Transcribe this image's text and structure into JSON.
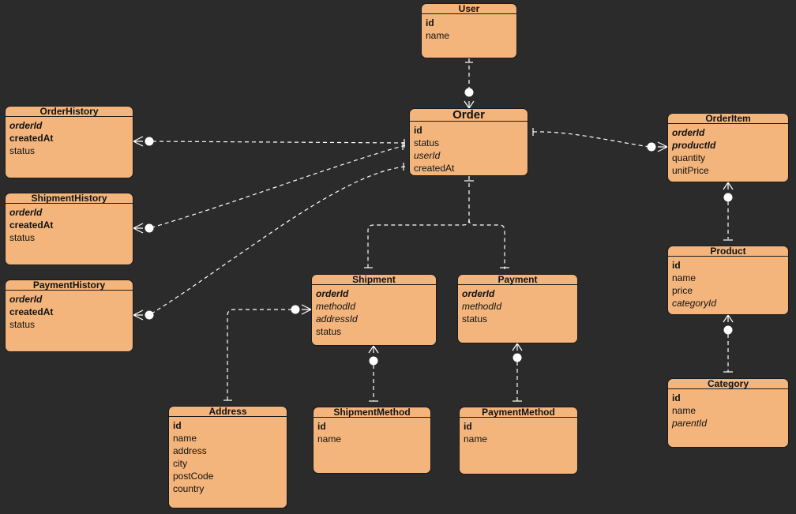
{
  "entities": [
    {
      "id": "user",
      "title": "User",
      "fields": [
        {
          "name": "id",
          "kind": "pk"
        },
        {
          "name": "name",
          "kind": ""
        }
      ]
    },
    {
      "id": "order",
      "title": "Order",
      "fields": [
        {
          "name": "id",
          "kind": "pk"
        },
        {
          "name": "status",
          "kind": ""
        },
        {
          "name": "userId",
          "kind": "fk"
        },
        {
          "name": "createdAt",
          "kind": ""
        }
      ]
    },
    {
      "id": "orderhistory",
      "title": "OrderHistory",
      "fields": [
        {
          "name": "orderId",
          "kind": "pk fk"
        },
        {
          "name": "createdAt",
          "kind": "pk"
        },
        {
          "name": "status",
          "kind": ""
        }
      ]
    },
    {
      "id": "shipmenthistory",
      "title": "ShipmentHistory",
      "fields": [
        {
          "name": "orderId",
          "kind": "pk fk"
        },
        {
          "name": "createdAt",
          "kind": "pk"
        },
        {
          "name": "status",
          "kind": ""
        }
      ]
    },
    {
      "id": "paymenthistory",
      "title": "PaymentHistory",
      "fields": [
        {
          "name": "orderId",
          "kind": "pk fk"
        },
        {
          "name": "createdAt",
          "kind": "pk"
        },
        {
          "name": "status",
          "kind": ""
        }
      ]
    },
    {
      "id": "orderitem",
      "title": "OrderItem",
      "fields": [
        {
          "name": "orderId",
          "kind": "pk fk"
        },
        {
          "name": "productId",
          "kind": "pk fk"
        },
        {
          "name": "quantity",
          "kind": ""
        },
        {
          "name": "unitPrice",
          "kind": ""
        }
      ]
    },
    {
      "id": "product",
      "title": "Product",
      "fields": [
        {
          "name": "id",
          "kind": "pk"
        },
        {
          "name": "name",
          "kind": ""
        },
        {
          "name": "price",
          "kind": ""
        },
        {
          "name": "categoryId",
          "kind": "fk"
        }
      ]
    },
    {
      "id": "category",
      "title": "Category",
      "fields": [
        {
          "name": "id",
          "kind": "pk"
        },
        {
          "name": "name",
          "kind": ""
        },
        {
          "name": "parentId",
          "kind": "fk"
        }
      ]
    },
    {
      "id": "shipment",
      "title": "Shipment",
      "fields": [
        {
          "name": "orderId",
          "kind": "pk fk"
        },
        {
          "name": "methodId",
          "kind": "fk"
        },
        {
          "name": "addressId",
          "kind": "fk"
        },
        {
          "name": "status",
          "kind": ""
        }
      ]
    },
    {
      "id": "payment",
      "title": "Payment",
      "fields": [
        {
          "name": "orderId",
          "kind": "pk fk"
        },
        {
          "name": "methodId",
          "kind": "fk"
        },
        {
          "name": "status",
          "kind": ""
        }
      ]
    },
    {
      "id": "address",
      "title": "Address",
      "fields": [
        {
          "name": "id",
          "kind": "pk"
        },
        {
          "name": "name",
          "kind": ""
        },
        {
          "name": "address",
          "kind": ""
        },
        {
          "name": "city",
          "kind": ""
        },
        {
          "name": "postCode",
          "kind": ""
        },
        {
          "name": "country",
          "kind": ""
        }
      ]
    },
    {
      "id": "shipmentmethod",
      "title": "ShipmentMethod",
      "fields": [
        {
          "name": "id",
          "kind": "pk"
        },
        {
          "name": "name",
          "kind": ""
        }
      ]
    },
    {
      "id": "paymentmethod",
      "title": "PaymentMethod",
      "fields": [
        {
          "name": "id",
          "kind": "pk"
        },
        {
          "name": "name",
          "kind": ""
        }
      ]
    }
  ],
  "relationships": [
    {
      "from": "user",
      "to": "order",
      "type": "one-to-zero-or-many"
    },
    {
      "from": "order",
      "to": "orderhistory",
      "type": "one-to-zero-or-many"
    },
    {
      "from": "order",
      "to": "shipmenthistory",
      "type": "one-to-zero-or-many"
    },
    {
      "from": "order",
      "to": "paymenthistory",
      "type": "one-to-zero-or-many"
    },
    {
      "from": "order",
      "to": "orderitem",
      "type": "one-to-zero-or-many"
    },
    {
      "from": "order",
      "to": "shipment",
      "type": "one-to-one"
    },
    {
      "from": "order",
      "to": "payment",
      "type": "one-to-one"
    },
    {
      "from": "product",
      "to": "orderitem",
      "type": "one-to-zero-or-many"
    },
    {
      "from": "category",
      "to": "product",
      "type": "one-to-zero-or-many"
    },
    {
      "from": "address",
      "to": "shipment",
      "type": "one-to-zero-or-many"
    },
    {
      "from": "shipmentmethod",
      "to": "shipment",
      "type": "one-to-zero-or-many"
    },
    {
      "from": "paymentmethod",
      "to": "payment",
      "type": "one-to-zero-or-many"
    }
  ],
  "colors": {
    "background": "#2b2b2b",
    "entity_fill": "#f4b57c",
    "entity_border": "#1a1a1a",
    "link": "#ffffff"
  }
}
